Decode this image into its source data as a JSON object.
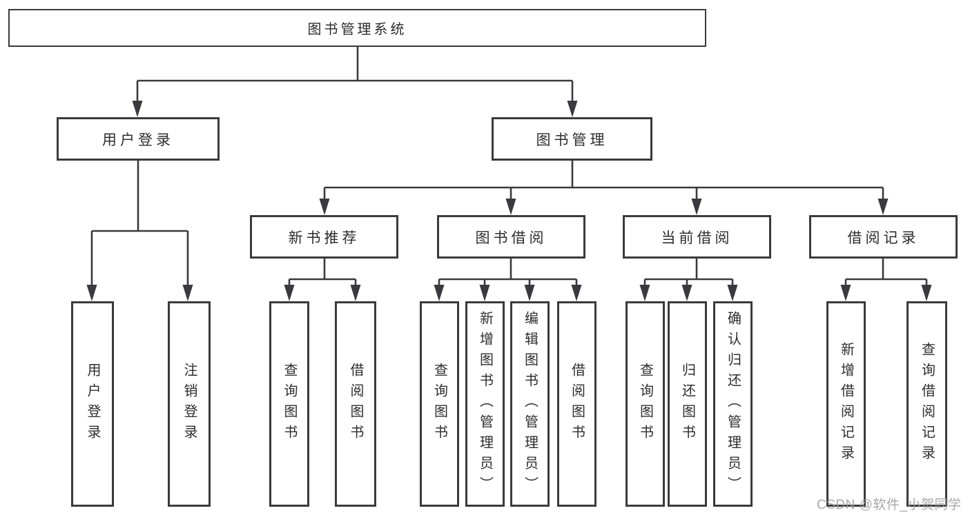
{
  "diagram": {
    "root": {
      "label": "图书管理系统"
    },
    "branches": {
      "user_login": {
        "label": "用户登录",
        "children": {
          "login": {
            "label": "用户登录"
          },
          "logout": {
            "label": "注销登录"
          }
        }
      },
      "book_management": {
        "label": "图书管理",
        "children": {
          "new_book_recommend": {
            "label": "新书推荐",
            "children": {
              "query_book": {
                "label": "查询图书"
              },
              "borrow_book": {
                "label": "借阅图书"
              }
            }
          },
          "book_borrow": {
            "label": "图书借阅",
            "children": {
              "query_book": {
                "label": "查询图书"
              },
              "add_book": {
                "label": "新增图书（管理员）"
              },
              "edit_book": {
                "label": "编辑图书（管理员）"
              },
              "borrow_book": {
                "label": "借阅图书"
              }
            }
          },
          "current_borrow": {
            "label": "当前借阅",
            "children": {
              "query_book": {
                "label": "查询图书"
              },
              "return_book": {
                "label": "归还图书"
              },
              "confirm_return": {
                "label": "确认归还（管理员）"
              }
            }
          },
          "borrow_record": {
            "label": "借阅记录",
            "children": {
              "add_record": {
                "label": "新增借阅记录"
              },
              "query_record": {
                "label": "查询借阅记录"
              }
            }
          }
        }
      }
    }
  },
  "watermark": {
    "text": "CSDN @软件_小贺同学"
  },
  "colors": {
    "line": "#3a3a3e",
    "text": "#2d2d2d",
    "watermark": "#9e9e9e",
    "background": "#ffffff"
  }
}
